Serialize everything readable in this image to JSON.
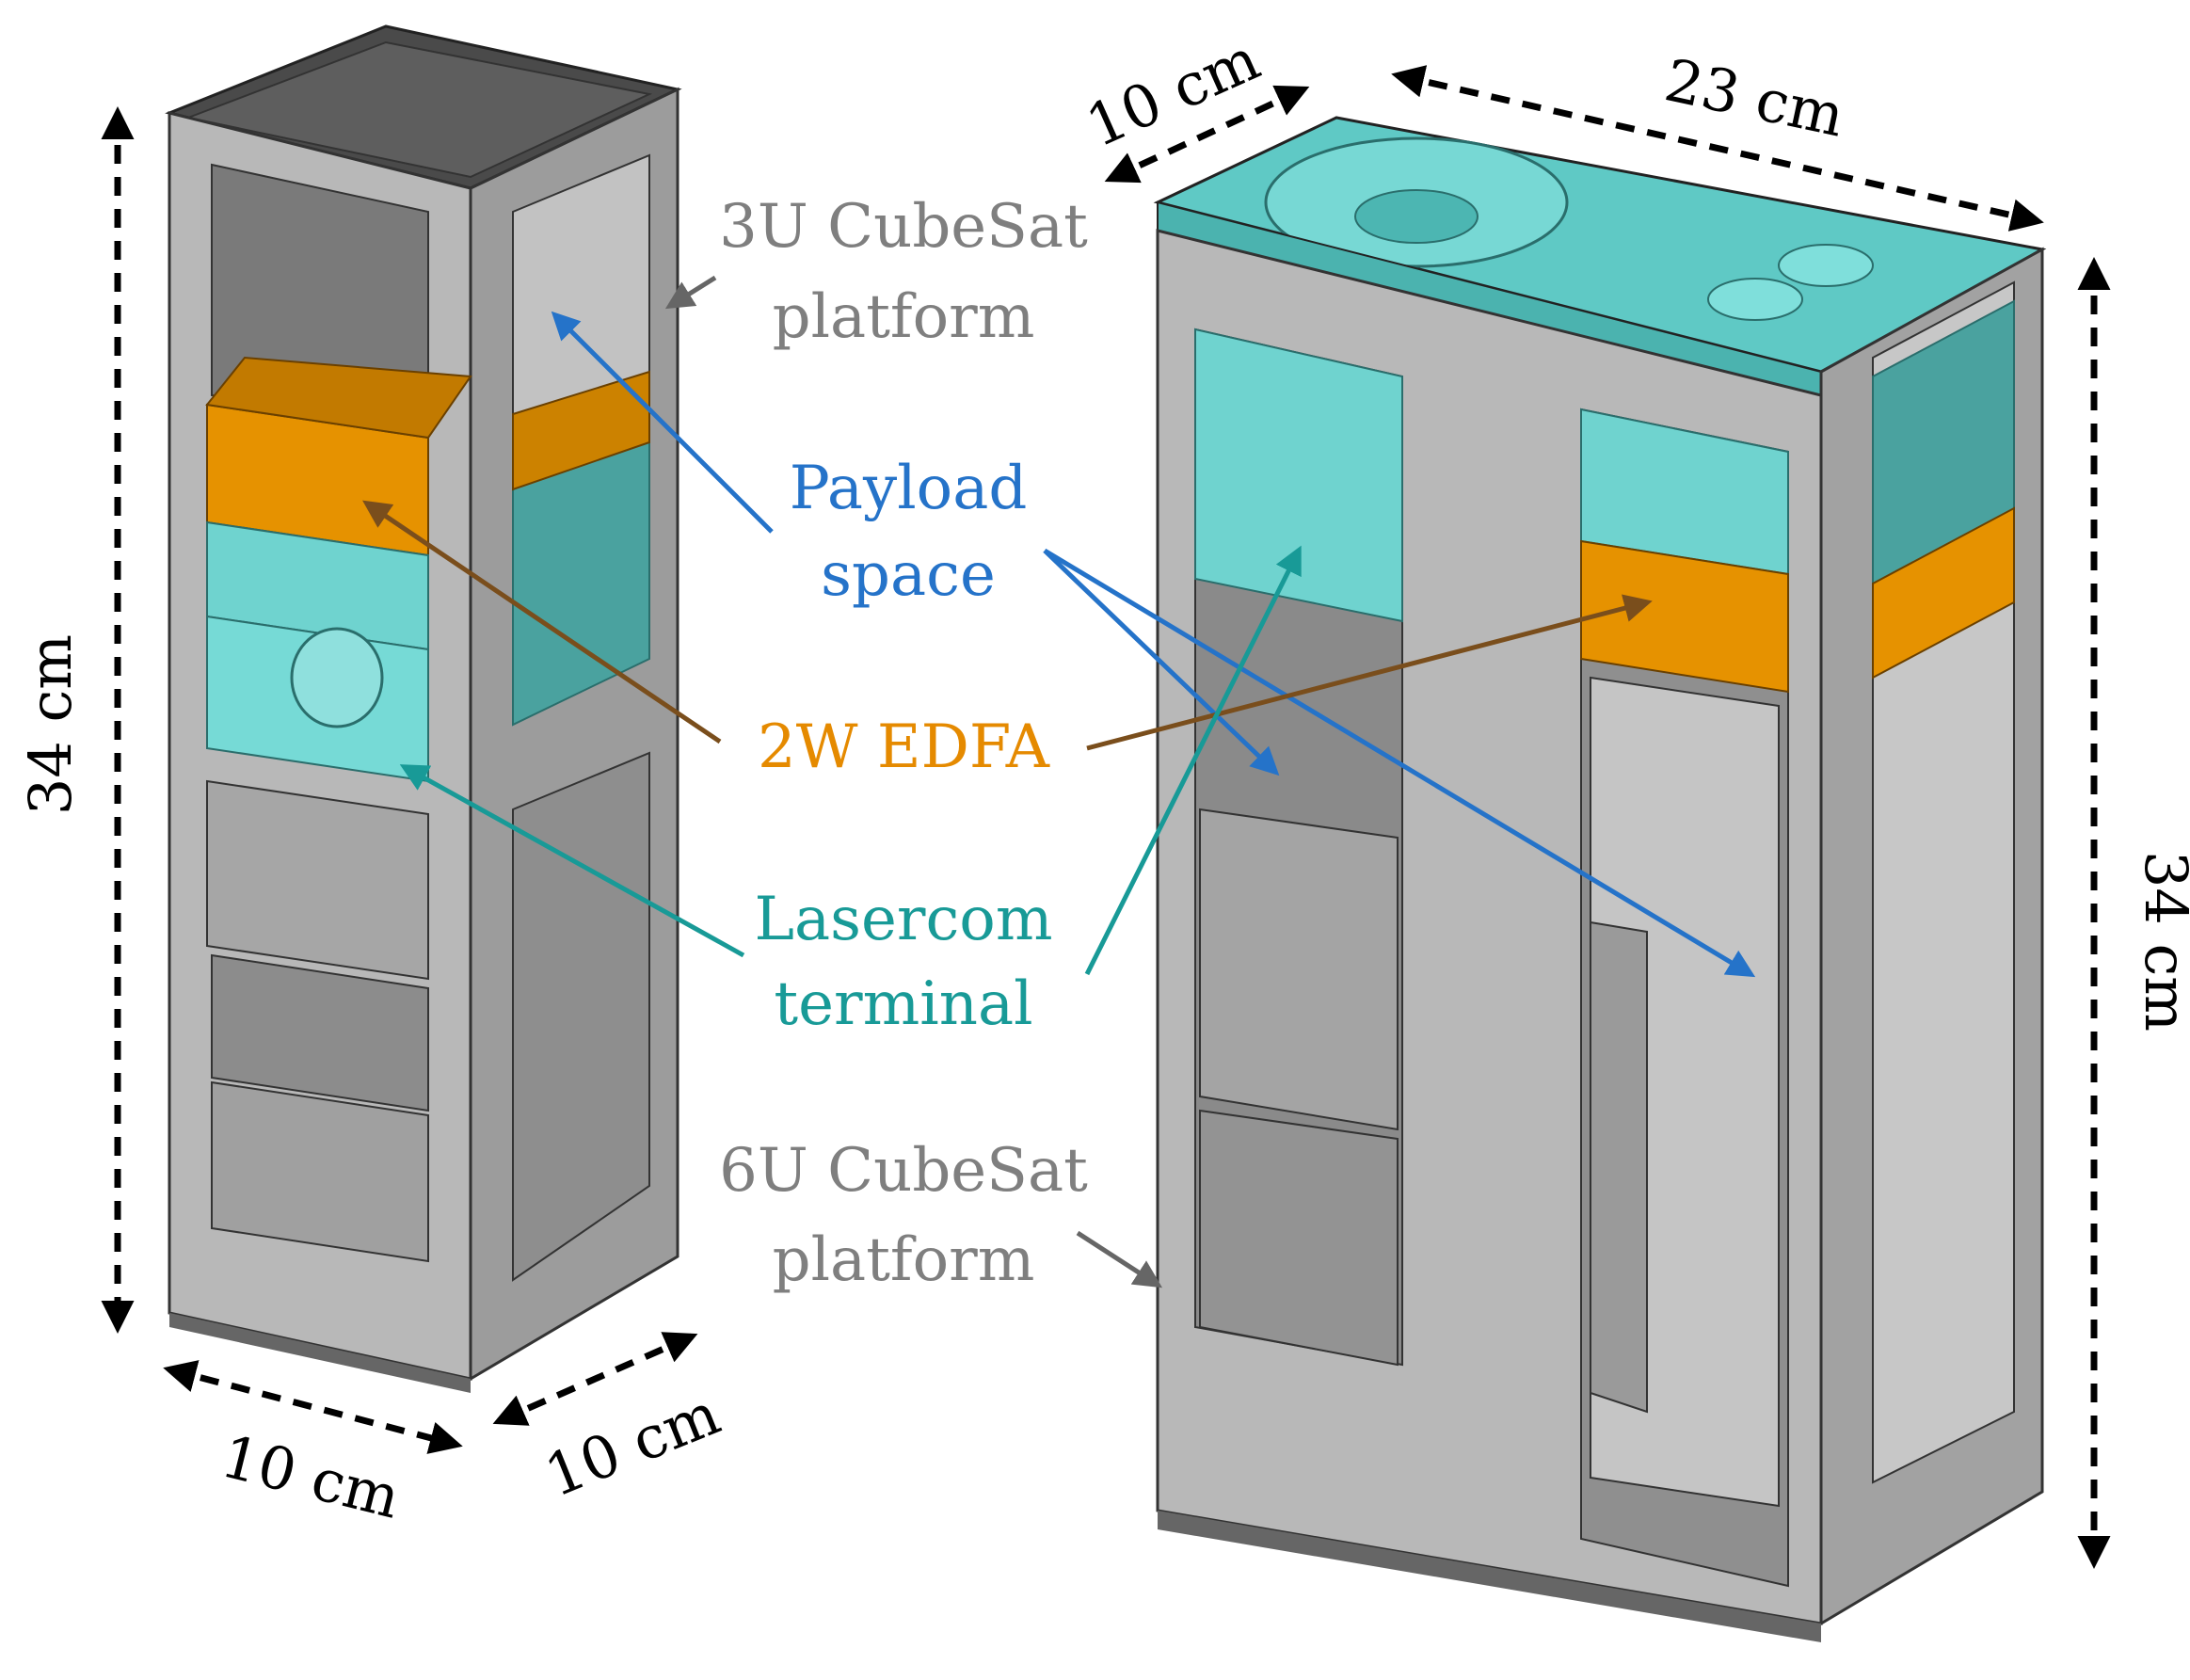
{
  "labels": {
    "platform_3u_line1": "3U CubeSat",
    "platform_3u_line2": "platform",
    "platform_6u_line1": "6U CubeSat",
    "platform_6u_line2": "platform",
    "payload_line1": "Payload",
    "payload_line2": "space",
    "edfa": "2W EDFA",
    "lasercom_line1": "Lasercom",
    "lasercom_line2": "terminal"
  },
  "dimensions": {
    "cube3u_height": "34 cm",
    "cube3u_width_front": "10 cm",
    "cube3u_width_side": "10 cm",
    "cube6u_depth": "10 cm",
    "cube6u_width": "23 cm",
    "cube6u_height": "34 cm"
  },
  "colors": {
    "frame": "#b4b4b4",
    "frame_dark": "#8a8a8a",
    "cyan": "#6fd3cf",
    "cyan_dark": "#3f9e9b",
    "orange": "#e69200",
    "orange_dark": "#8a5400",
    "blue_label": "#2573c9",
    "teal_label": "#189a97",
    "orange_label": "#e58a00",
    "gray_label": "#7f7f7f",
    "edfa_arrow": "#7a4e1c"
  }
}
